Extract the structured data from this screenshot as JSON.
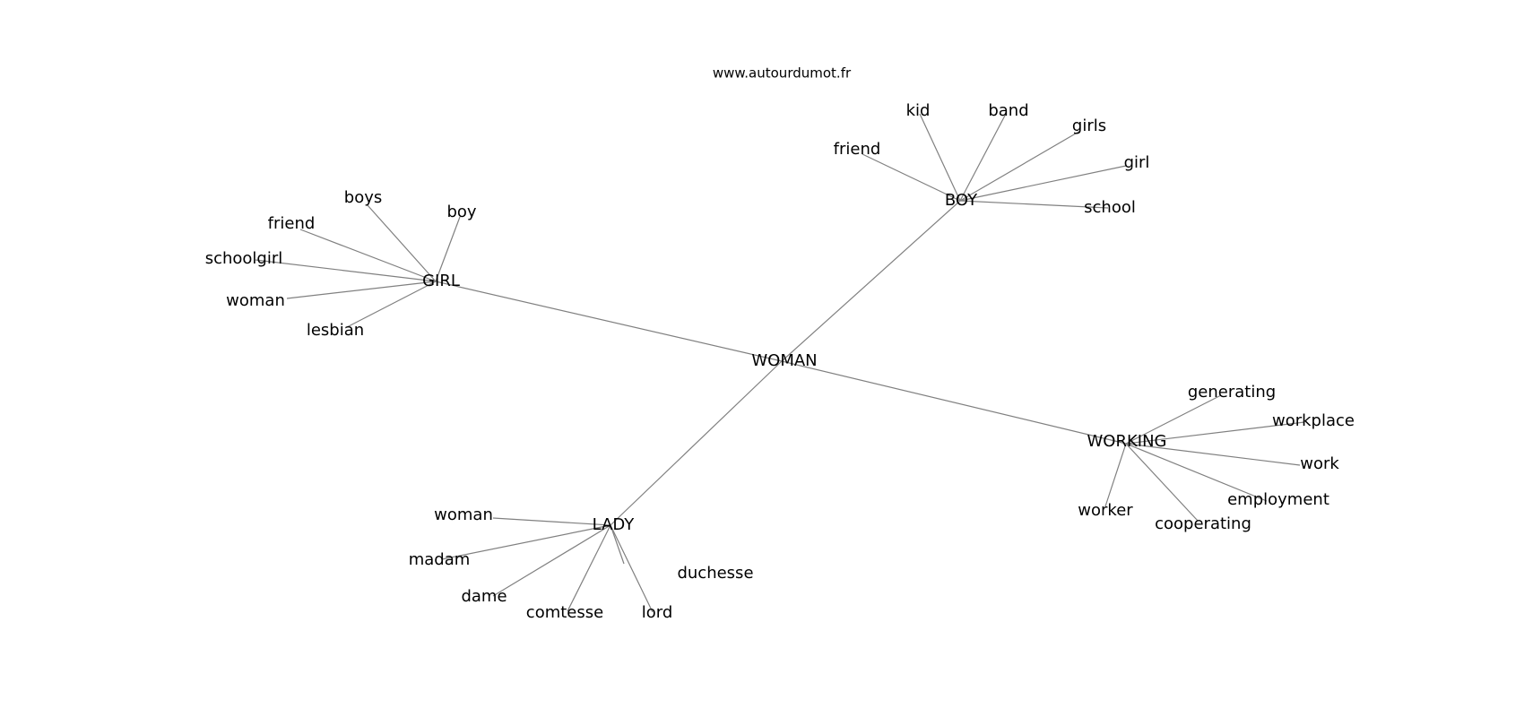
{
  "title": "www.autourdumot.fr",
  "colors": {
    "edge": "#808080",
    "text": "#000000",
    "background": "#ffffff"
  },
  "graph": {
    "root": "WOMAN",
    "hubs": [
      {
        "label": "BOY",
        "leaves": [
          "friend",
          "kid",
          "band",
          "girls",
          "girl",
          "school"
        ]
      },
      {
        "label": "GIRL",
        "leaves": [
          "boys",
          "boy",
          "friend",
          "schoolgirl",
          "woman",
          "lesbian"
        ]
      },
      {
        "label": "LADY",
        "leaves": [
          "woman",
          "madam",
          "dame",
          "comtesse",
          "lord",
          "duchesse"
        ]
      },
      {
        "label": "WORKING",
        "leaves": [
          "generating",
          "workplace",
          "work",
          "employment",
          "cooperating",
          "worker"
        ]
      }
    ]
  }
}
